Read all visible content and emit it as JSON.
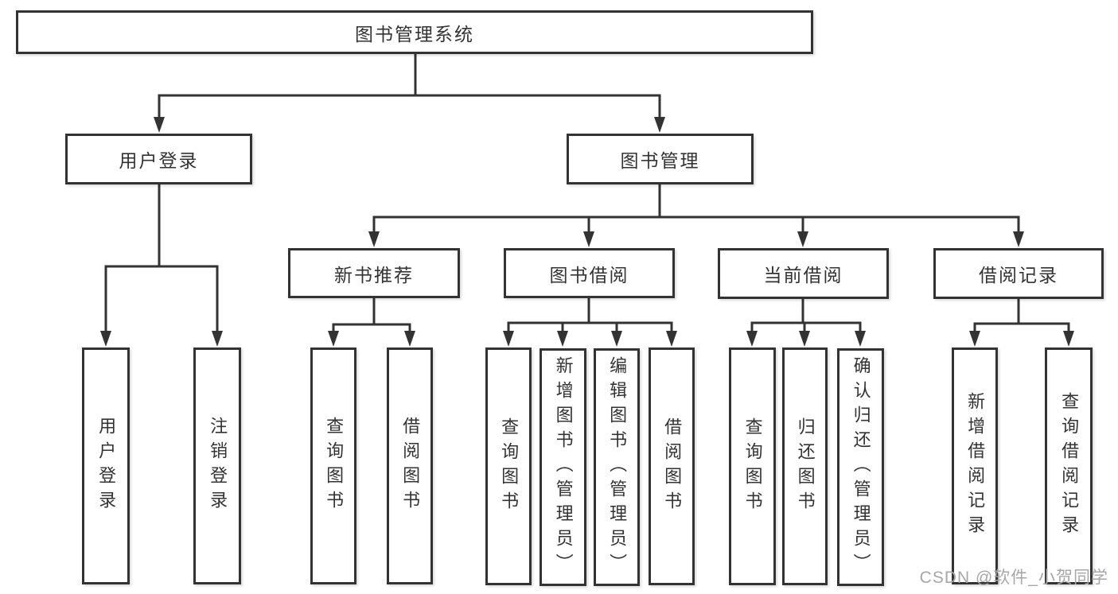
{
  "diagram": {
    "title": "图书管理系统",
    "type": "tree",
    "colors": {
      "line": "#333333",
      "box_border": "#333333",
      "text": "#333333",
      "box_background": "#ffffff",
      "watermark_text": "#a6a6a6",
      "background": "#ffffff"
    },
    "watermark": "CSDN @软件_小贺同学",
    "tree": {
      "label": "图书管理系统",
      "children": [
        {
          "label": "用户登录",
          "children": [
            {
              "label": "用户登录"
            },
            {
              "label": "注销登录"
            }
          ]
        },
        {
          "label": "图书管理",
          "children": [
            {
              "label": "新书推荐",
              "children": [
                {
                  "label": "查询图书"
                },
                {
                  "label": "借阅图书"
                }
              ]
            },
            {
              "label": "图书借阅",
              "children": [
                {
                  "label": "查询图书"
                },
                {
                  "label": "新增图书（管理员）"
                },
                {
                  "label": "编辑图书（管理员）"
                },
                {
                  "label": "借阅图书"
                }
              ]
            },
            {
              "label": "当前借阅",
              "children": [
                {
                  "label": "查询图书"
                },
                {
                  "label": "归还图书"
                },
                {
                  "label": "确认归还（管理员）"
                }
              ]
            },
            {
              "label": "借阅记录",
              "children": [
                {
                  "label": "新增借阅记录"
                },
                {
                  "label": "查询借阅记录"
                }
              ]
            }
          ]
        }
      ]
    }
  }
}
